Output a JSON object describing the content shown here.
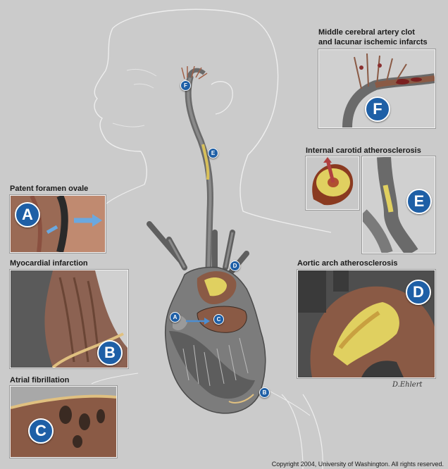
{
  "panels": {
    "A": {
      "letter": "A",
      "title": "Patent foramen ovale"
    },
    "B": {
      "letter": "B",
      "title": "Myocardial infarction"
    },
    "C": {
      "letter": "C",
      "title": "Atrial fibrillation"
    },
    "D": {
      "letter": "D",
      "title": "Aortic arch atherosclerosis"
    },
    "E": {
      "letter": "E",
      "title": "Internal carotid atherosclerosis"
    },
    "F": {
      "letter": "F",
      "title_line1": "Middle cerebral artery clot",
      "title_line2": "and lacunar ischemic infarcts"
    }
  },
  "markers": {
    "A": "A",
    "B": "B",
    "C": "C",
    "D": "D",
    "E": "E",
    "F": "F"
  },
  "signature": "D.Ehlert",
  "copyright": "Copyright 2004, University of Washington. All rights reserved.",
  "colors": {
    "badge": "#1e5fa6",
    "tissue": "#8a5a45",
    "plaque": "#e0d060",
    "vessel": "#6a6a6a",
    "background": "#cbcbcb"
  }
}
